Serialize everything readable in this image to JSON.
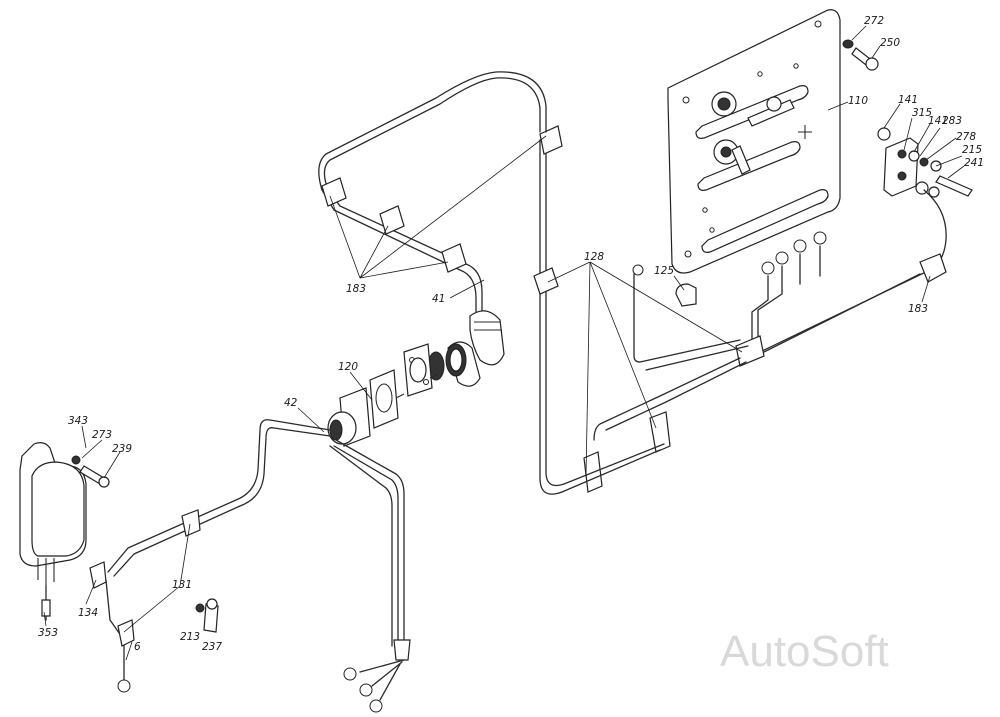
{
  "watermark": "AutoSoft",
  "labels": {
    "l272": "272",
    "l250": "250",
    "l110": "110",
    "l141a": "141",
    "l315": "315",
    "l141b": "141",
    "l283": "283",
    "l278": "278",
    "l215": "215",
    "l241": "241",
    "l183a": "183",
    "l41": "41",
    "l128": "128",
    "l125": "125",
    "l183b": "183",
    "l120": "120",
    "l42": "42",
    "l343": "343",
    "l273": "273",
    "l239": "239",
    "l131": "131",
    "l134": "134",
    "l353": "353",
    "l6": "6",
    "l213": "213",
    "l237": "237"
  }
}
